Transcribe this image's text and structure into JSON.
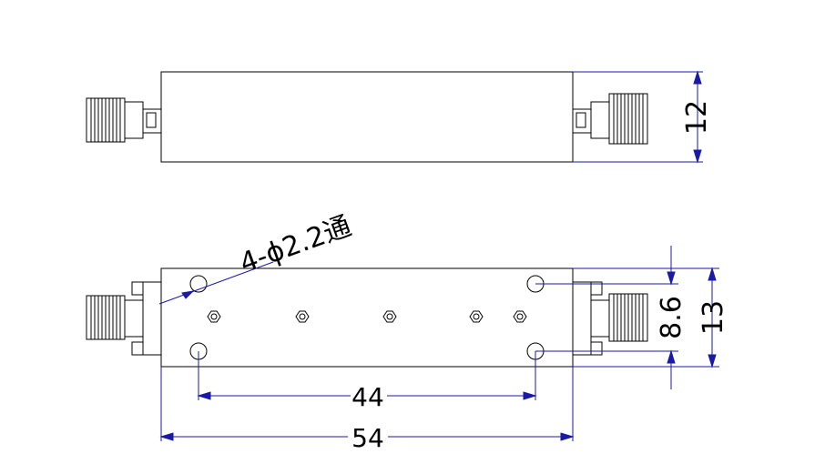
{
  "colors": {
    "outline": "#000000",
    "dimension": "#1a1aa6",
    "background": "#ffffff"
  },
  "dimensions": {
    "height_top_view": "12",
    "hole_note": "4-ϕ2.2通",
    "hole_spacing": "44",
    "overall_length": "54",
    "hole_row_spacing": "8.6",
    "body_height": "13"
  }
}
